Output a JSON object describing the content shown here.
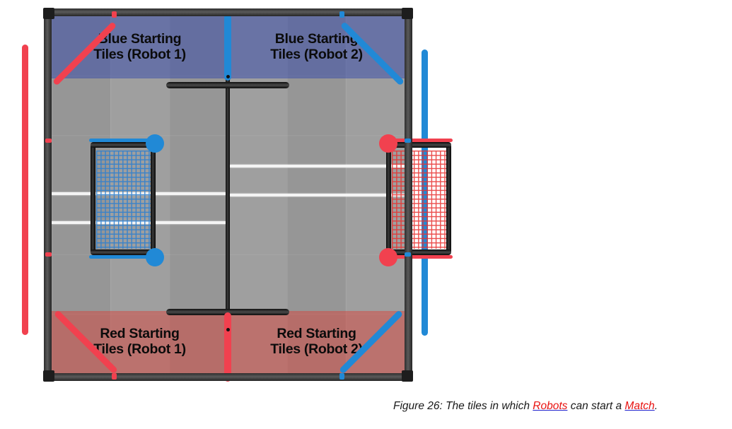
{
  "figure": {
    "caption_prefix": "Figure 26: The tiles in which ",
    "link_robots": "Robots",
    "caption_middle": " can start a ",
    "link_match": "Match",
    "caption_suffix": "."
  },
  "field": {
    "zones": {
      "blue": {
        "name": "blue-starting-zone",
        "color": "#3c4eaa",
        "labels": [
          {
            "line1": "Blue Starting",
            "line2": "Tiles (Robot 1)"
          },
          {
            "line1": "Blue Starting",
            "line2": "Tiles (Robot 2)"
          }
        ]
      },
      "red": {
        "name": "red-starting-zone",
        "color": "#de3c32",
        "labels": [
          {
            "line1": "Red Starting",
            "line2": "Tiles (Robot 1)"
          },
          {
            "line1": "Red Starting",
            "line2": "Tiles (Robot 2)"
          }
        ]
      }
    },
    "goals": [
      {
        "name": "blue-goal",
        "alliance": "blue",
        "color": "#2189d6"
      },
      {
        "name": "red-goal",
        "alliance": "red",
        "color": "#f1414f"
      }
    ],
    "diagonals": [
      {
        "name": "diagonal-bar-top-left",
        "color": "#f1414f"
      },
      {
        "name": "diagonal-bar-top-right",
        "color": "#2189d6"
      },
      {
        "name": "diagonal-bar-bottom-left",
        "color": "#f1414f"
      },
      {
        "name": "diagonal-bar-bottom-right",
        "color": "#2189d6"
      }
    ],
    "station_bars": [
      {
        "name": "red-alliance-station-bar",
        "color": "#f1414f",
        "side": "left"
      },
      {
        "name": "blue-alliance-station-bar",
        "color": "#2189d6",
        "side": "right"
      }
    ],
    "tape_lines": [
      {
        "name": "tape-line-left-upper",
        "side": "left"
      },
      {
        "name": "tape-line-left-lower",
        "side": "left"
      },
      {
        "name": "tape-line-right-upper",
        "side": "right"
      },
      {
        "name": "tape-line-right-lower",
        "side": "right"
      }
    ],
    "center_structure": {
      "pole": "center-pole",
      "crossbar_top": "crossbar-top",
      "crossbar_bottom": "crossbar-bottom"
    },
    "floor_color": "#9c9c9c",
    "frame_color": "#2e2e2e"
  }
}
